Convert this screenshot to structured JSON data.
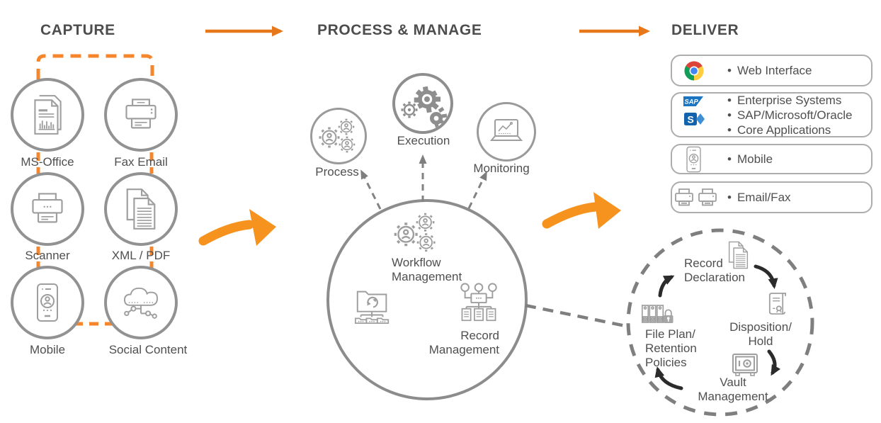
{
  "colors": {
    "accent_orange": "#EE7D1A",
    "dashed_orange": "#F6862C",
    "swoosh_orange": "#F6921E",
    "diagram_gray": "#8E8E8E",
    "text_gray": "#4F4F4F",
    "cycle_arrow_black": "#2B2B2B"
  },
  "capture": {
    "title": "CAPTURE",
    "items": [
      {
        "label": "MS-Office",
        "icon": "document-report-icon"
      },
      {
        "label": "Fax Email",
        "icon": "fax-printer-icon"
      },
      {
        "label": "Scanner",
        "icon": "scanner-printer-icon"
      },
      {
        "label": "XML / PDF",
        "icon": "documents-icon"
      },
      {
        "label": "Mobile",
        "icon": "mobile-phone-icon"
      },
      {
        "label": "Social Content",
        "icon": "social-cloud-icon"
      }
    ]
  },
  "process": {
    "title": "PROCESS & MANAGE",
    "satellites": [
      {
        "label": "Process",
        "icon": "gears-people-icon"
      },
      {
        "label": "Execution",
        "icon": "execution-gears-icon"
      },
      {
        "label": "Monitoring",
        "icon": "laptop-chart-icon"
      }
    ],
    "core_items": [
      {
        "label": "Workflow\nManagement",
        "icon": "gears-people-icon"
      },
      {
        "label": "Record\nManagement",
        "icon": "org-records-icon"
      },
      {
        "label": "",
        "icon": "folder-sync-icon"
      }
    ]
  },
  "deliver": {
    "title": "DELIVER",
    "channels": [
      {
        "icon": "chrome-icon",
        "bullets": [
          "Web Interface"
        ]
      },
      {
        "icon": "sap-sharepoint-icons",
        "bullets": [
          "Enterprise Systems",
          "SAP/Microsoft/Oracle",
          "Core Applications"
        ]
      },
      {
        "icon": "mobile-phone-icon",
        "bullets": [
          "Mobile"
        ]
      },
      {
        "icon": "fax-printers-icon",
        "bullets": [
          "Email/Fax"
        ]
      }
    ],
    "records_cycle": [
      {
        "label": "Record\nDeclaration",
        "icon": "documents-icon"
      },
      {
        "label": "Disposition/\nHold",
        "icon": "scroll-certificate-icon"
      },
      {
        "label": "Vault\nManagement",
        "icon": "vault-safe-icon"
      },
      {
        "label": "File Plan/\nRetention\nPolicies",
        "icon": "binders-lock-icon"
      }
    ]
  }
}
